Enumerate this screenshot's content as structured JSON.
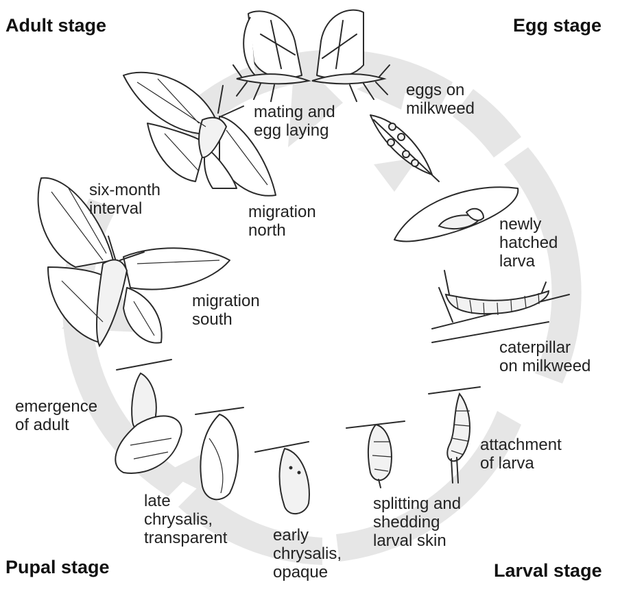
{
  "stages": {
    "adult": "Adult stage",
    "egg": "Egg stage",
    "pupal": "Pupal stage",
    "larval": "Larval stage"
  },
  "labels": {
    "mating": [
      "mating and",
      "egg laying"
    ],
    "eggs": [
      "eggs on",
      "milkweed"
    ],
    "six_month": [
      "six-month",
      "interval"
    ],
    "migration_north": [
      "migration",
      "north"
    ],
    "migration_south": [
      "migration",
      "south"
    ],
    "newly_hatched": [
      "newly",
      "hatched",
      "larva"
    ],
    "caterpillar": [
      "caterpillar",
      "on milkweed"
    ],
    "attachment": [
      "attachment",
      "of larva"
    ],
    "splitting": [
      "splitting and",
      "shedding",
      "larval skin"
    ],
    "early_chrysalis": [
      "early",
      "chrysalis,",
      "opaque"
    ],
    "late_chrysalis": [
      "late",
      "chrysalis,",
      "transparent"
    ],
    "emergence": [
      "emergence",
      "of adult"
    ]
  },
  "colors": {
    "cycle_ring": "#e6e6e6",
    "ink": "#2a2a2a",
    "text": "#222222"
  }
}
